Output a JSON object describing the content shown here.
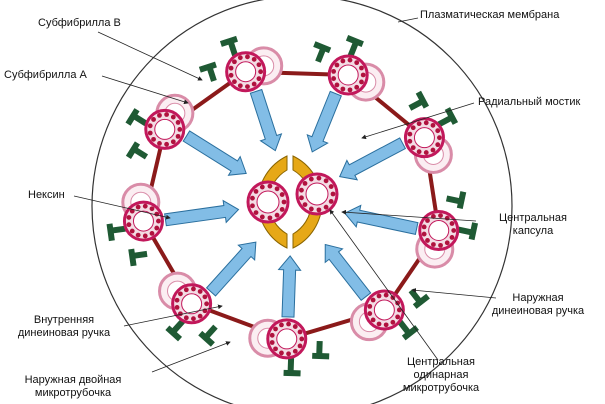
{
  "labels": {
    "subfibril_b": "Субфибрилла В",
    "subfibril_a": "Субфибрилла А",
    "plasma_membrane": "Плазматическая мембрана",
    "radial_spoke": "Радиальный мостик",
    "nexin": "Нексин",
    "central_capsule_1": "Центральная",
    "central_capsule_2": "капсула",
    "outer_dynein_1": "Наружная",
    "outer_dynein_2": "динеиновая ручка",
    "inner_dynein_1": "Внутренняя",
    "inner_dynein_2": "динеиновая ручка",
    "outer_doublet_1": "Наружная двойная",
    "outer_doublet_2": "микротрубочка",
    "central_single_1": "Центральная",
    "central_single_2": "одинарная",
    "central_single_3": "микротрубочка"
  },
  "colors": {
    "membrane": "#333333",
    "tubule_a_ring": "#c2185b",
    "tubule_a_fill": "#f3dce4",
    "tubule_a_dots": "#b0123e",
    "tubule_b_ring": "#d98ca8",
    "tubule_b_fill": "#fbeef2",
    "nexin": "#8b1a1a",
    "spoke": "#82bde6",
    "spoke_stroke": "#2a6f9e",
    "capsule": "#e6a817",
    "capsule_stroke": "#8a6400",
    "dynein": "#1f5a34"
  },
  "diagram": {
    "doublet_count": 9,
    "central_pair_count": 2
  }
}
